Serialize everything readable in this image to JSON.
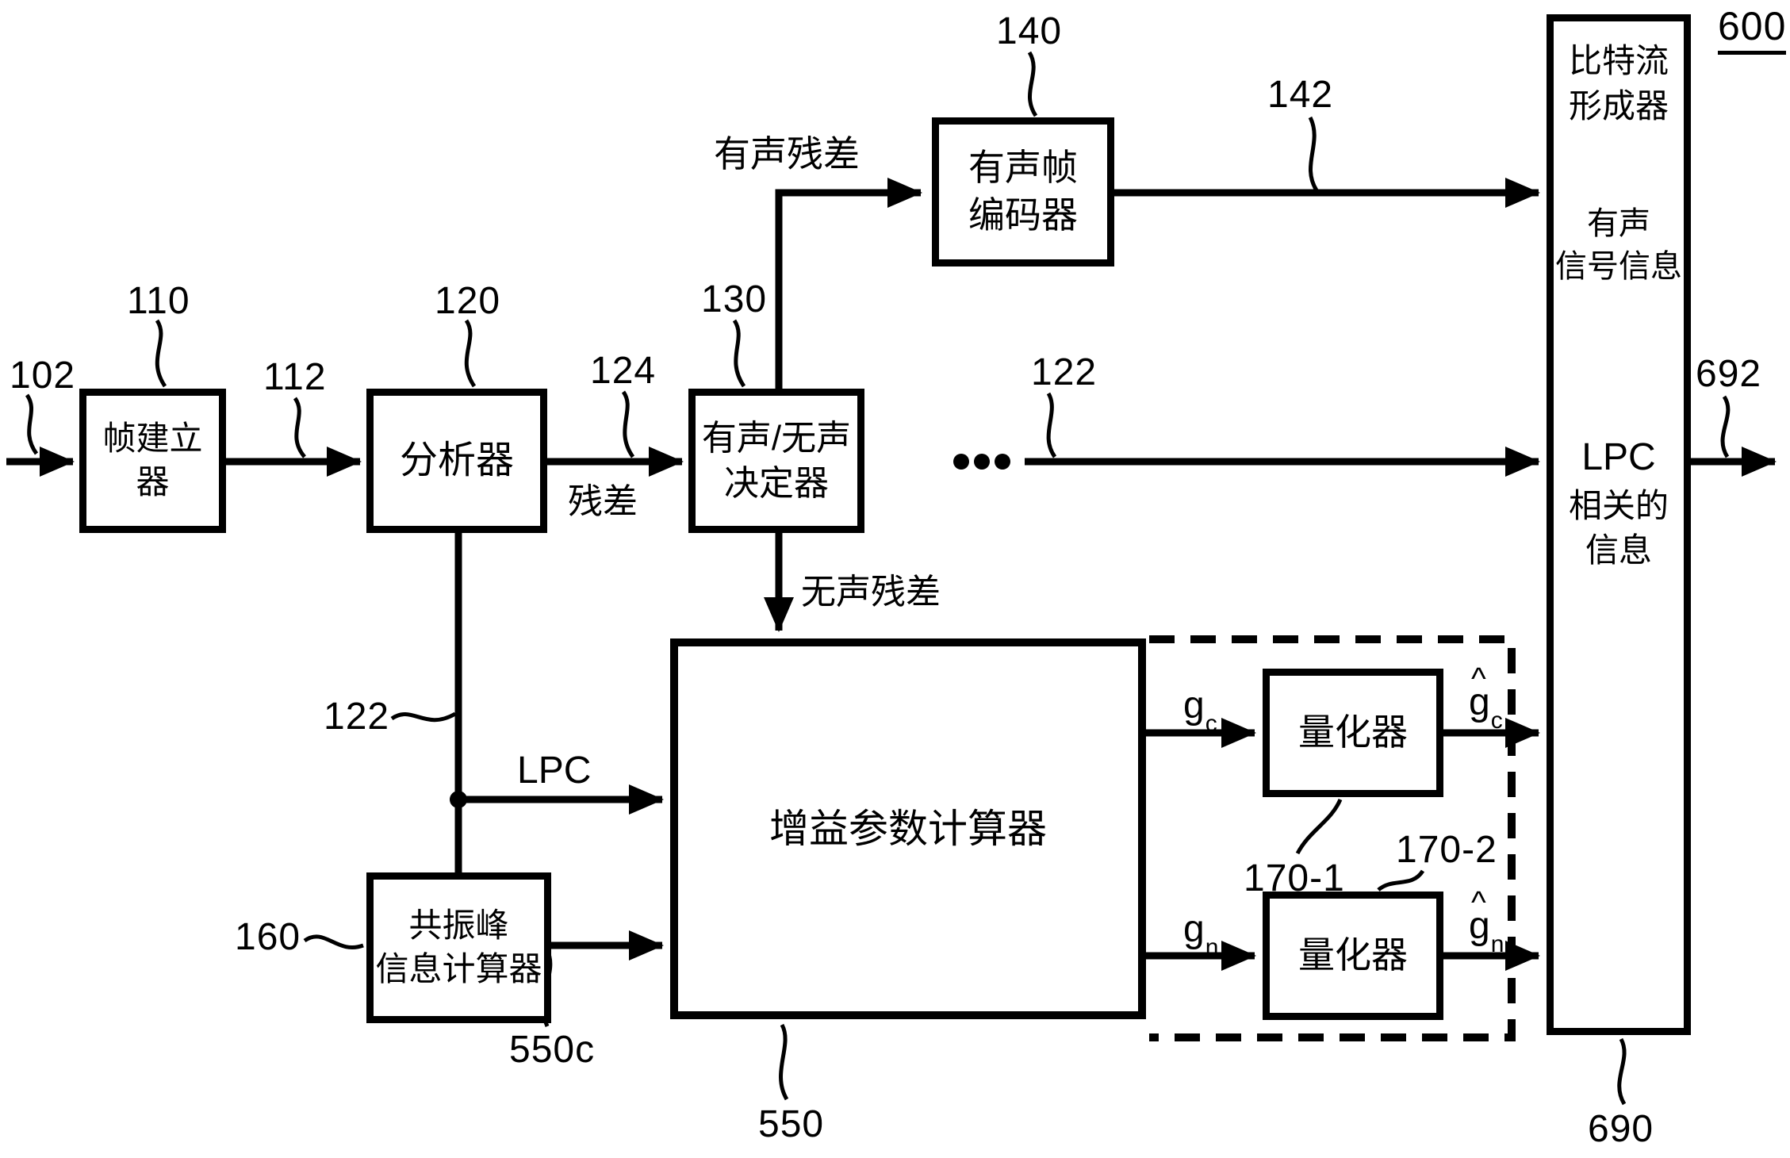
{
  "colors": {
    "ink": "#000000",
    "background": "#ffffff"
  },
  "blocks": {
    "frame_builder": "帧建立器",
    "analyzer": "分析器",
    "decider_line1": "有声/无声",
    "decider_line2": "决定器",
    "voiced_frame_encoder_line1": "有声帧",
    "voiced_frame_encoder_line2": "编码器",
    "gain_parameter_calculator": "增益参数计算器",
    "formant_line1": "共振峰",
    "formant_line2": "信息计算器",
    "quantizer_top": "量化器",
    "quantizer_bottom": "量化器",
    "bitstream_former_line1": "比特流",
    "bitstream_former_line2": "形成器",
    "voiced_signal_info_line1": "有声",
    "voiced_signal_info_line2": "信号信息",
    "lpc_info_line1": "LPC",
    "lpc_info_line2": "相关的",
    "lpc_info_line3": "信息"
  },
  "refs": {
    "n102": "102",
    "n110": "110",
    "n112": "112",
    "n120": "120",
    "n124": "124",
    "n130": "130",
    "n140": "140",
    "n142": "142",
    "n122_left": "122",
    "n122_right": "122",
    "n160": "160",
    "n550": "550",
    "n550c": "550c",
    "n170_1": "170-1",
    "n170_2": "170-2",
    "n600": "600",
    "n690": "690",
    "n692": "692"
  },
  "signals": {
    "residual": "残差",
    "voiced_residual": "有声残差",
    "unvoiced_residual": "无声残差",
    "lpc": "LPC",
    "hat": "^",
    "gain_code_base": "g",
    "gain_code_sub": "c",
    "gain_noise_base": "g",
    "gain_noise_sub": "n"
  }
}
